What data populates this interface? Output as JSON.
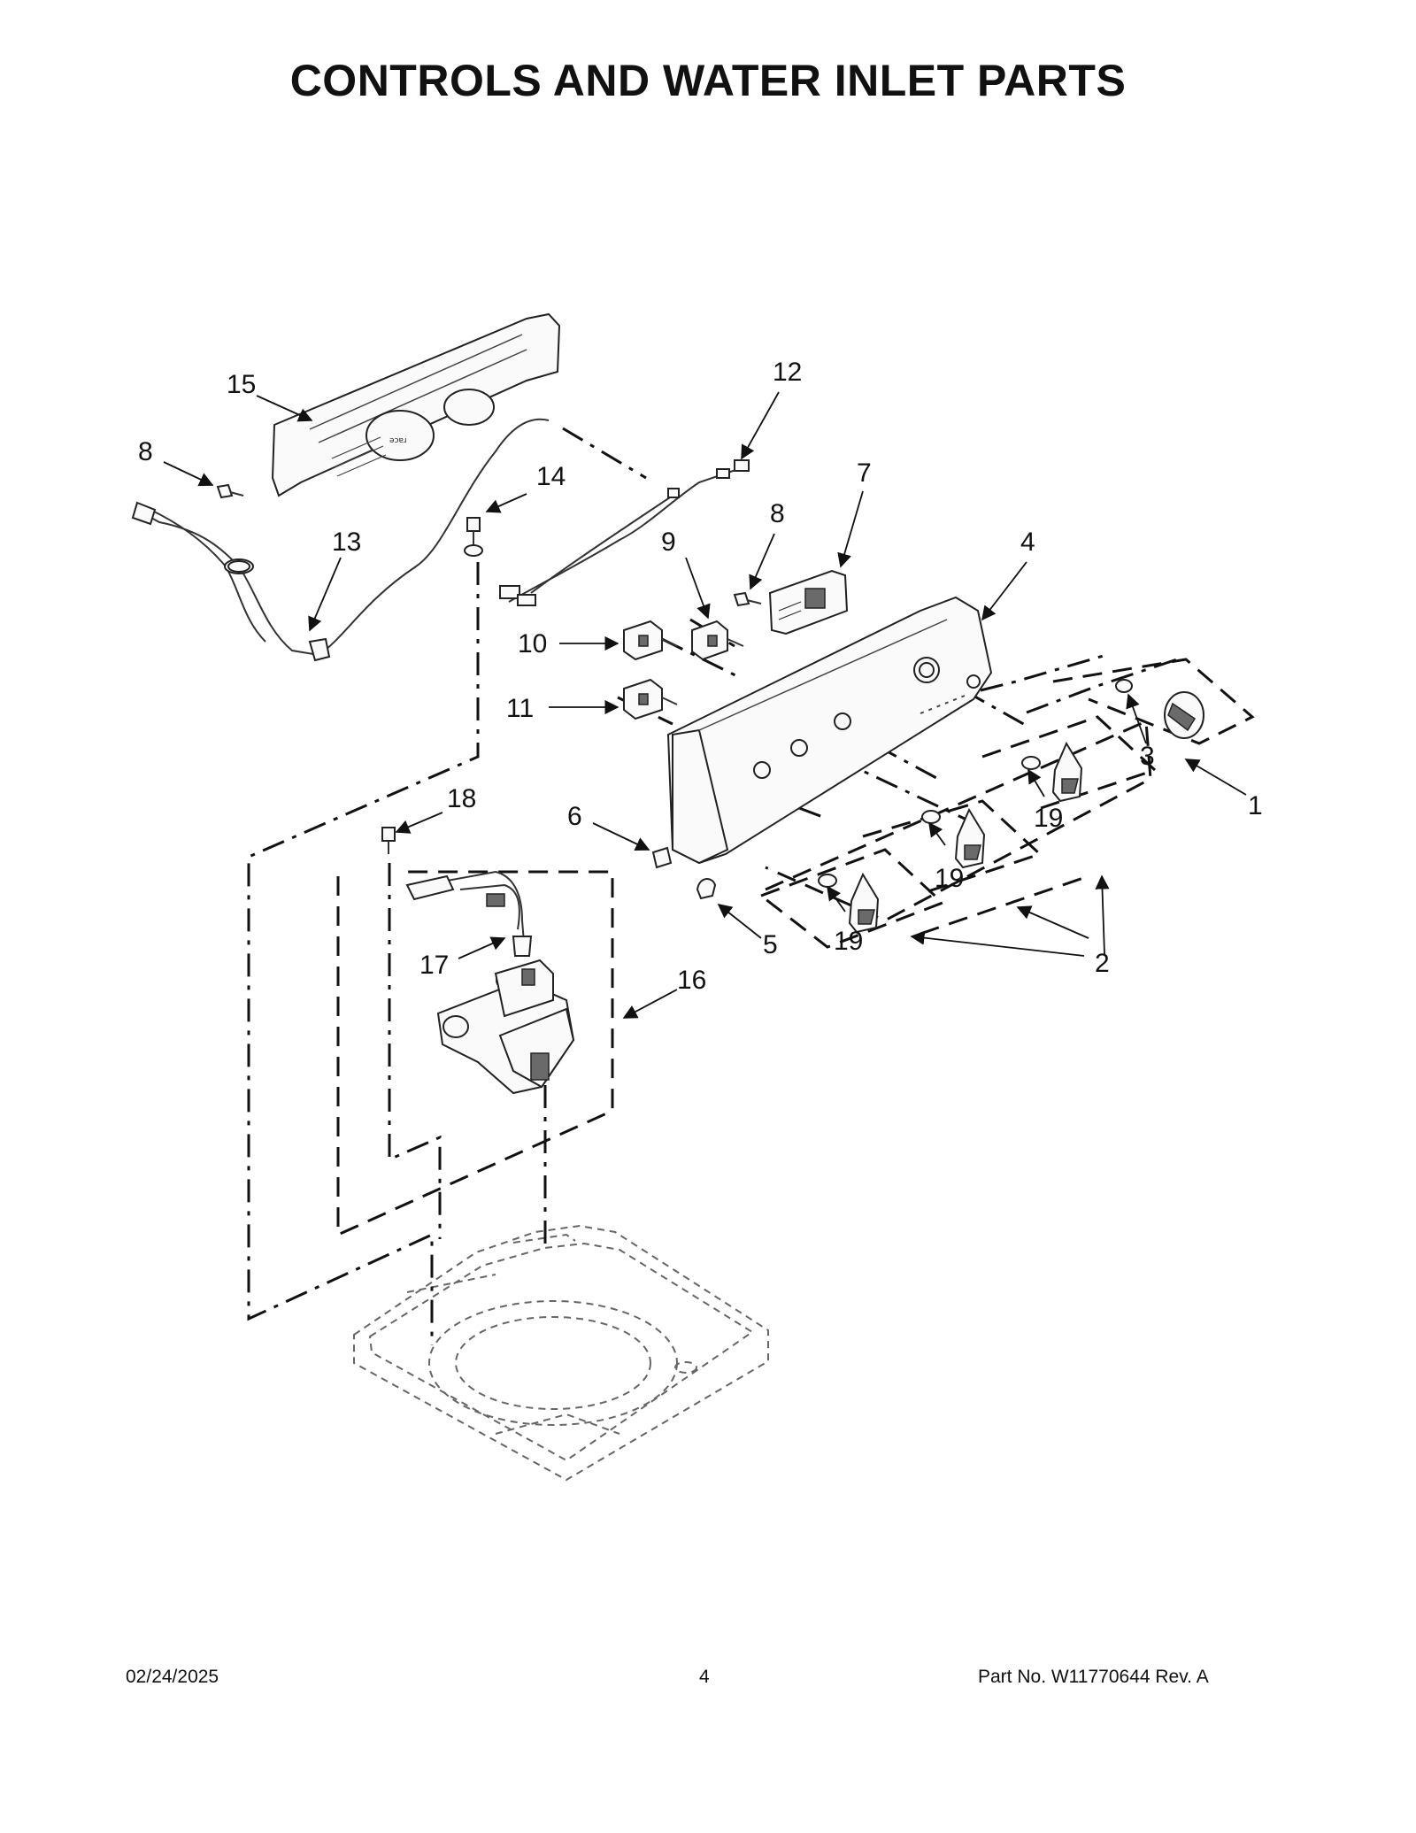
{
  "title": "CONTROLS AND WATER INLET PARTS",
  "footer": {
    "date": "02/24/2025",
    "page": "4",
    "part_no": "Part No.  W11770644  Rev.  A"
  },
  "callouts": {
    "c1": "1",
    "c2a": "2",
    "c2b": "2",
    "c3": "3",
    "c4": "4",
    "c5": "5",
    "c6": "6",
    "c7": "7",
    "c8a": "8",
    "c8b": "8",
    "c9": "9",
    "c10": "10",
    "c11": "11",
    "c12": "12",
    "c13": "13",
    "c14": "14",
    "c15": "15",
    "c16": "16",
    "c17": "17",
    "c18": "18",
    "c19a": "19",
    "c19b": "19",
    "c19c": "19"
  },
  "panel_text": "ǝɔɐɹ"
}
